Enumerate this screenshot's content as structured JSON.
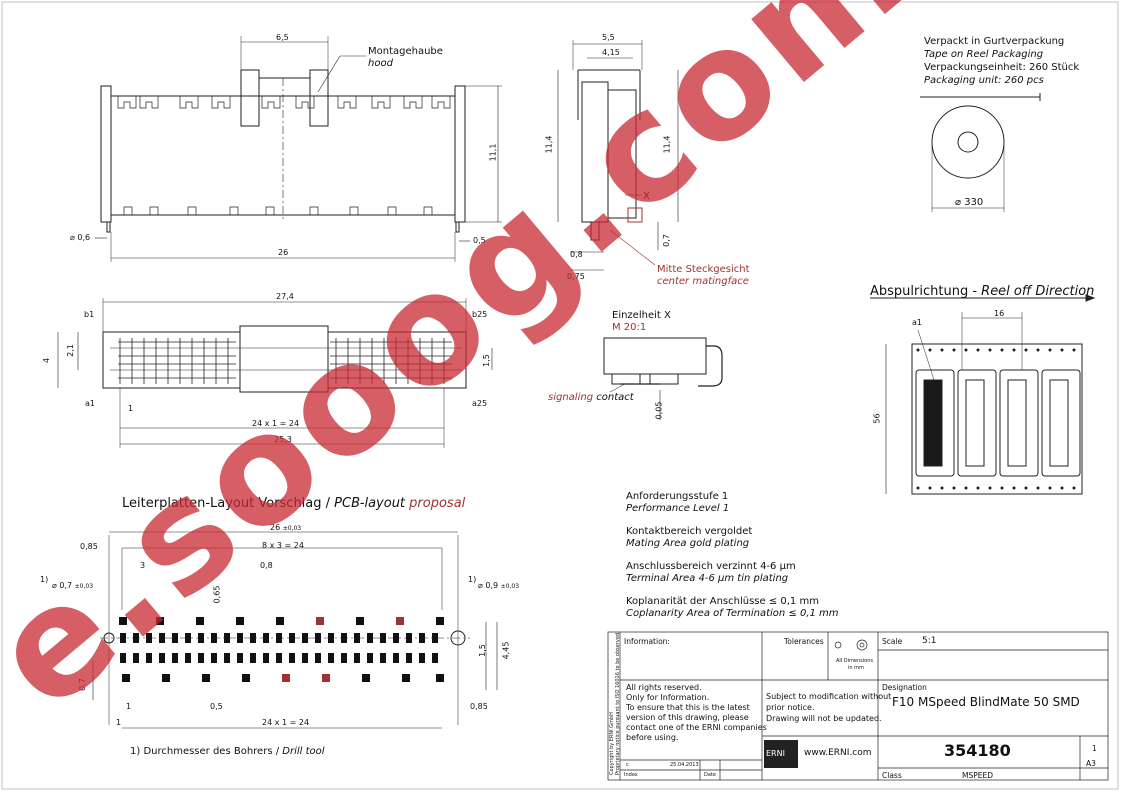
{
  "watermark": "e.sooog.com",
  "side_view": {
    "dim_hood_width": "6,5",
    "hood_label_de": "Montagehaube",
    "hood_label_en": "hood",
    "dim_height": "11,1",
    "dim_pin": "⌀ 0,6",
    "dim_len": "26",
    "dim_foot": "0,5"
  },
  "end_view": {
    "dim_55": "5,5",
    "dim_415": "4,15",
    "dim_114_left": "11,4",
    "dim_114_right": "11,4",
    "marker_x": "X",
    "dim_08": "0,8",
    "dim_07": "0,7",
    "dim_075": "0,75",
    "center_de": "Mitte Steckgesicht",
    "center_en": "center matingface"
  },
  "packaging": {
    "line1": "Verpackt in Gurtverpackung",
    "line2": "Tape on Reel Packaging",
    "line3": "Verpackungseinheit:  260 Stück",
    "line4": "Packaging unit:  260 pcs",
    "dim_reel": "⌀ 330"
  },
  "top_view": {
    "dim_len": "27,4",
    "b1": "b1",
    "b25": "b25",
    "dim_4": "4",
    "dim_21": "2,1",
    "dim_15": "1,5",
    "a1": "a1",
    "a25": "a25",
    "dim_1": "1",
    "dim_pitch": "24 x 1 = 24",
    "dim_253": "25,3"
  },
  "detail": {
    "title": "Einzelheit X",
    "scale": "M 20:1",
    "signal_de": "signaling",
    "signal_en": "contact",
    "dim_005": "0,05"
  },
  "reel_off": {
    "title_de": "Abspulrichtung -",
    "title_en": "Reel off Direction",
    "a1": "a1",
    "dim_16": "16",
    "dim_56": "56"
  },
  "pcb": {
    "title_de": "Leiterplatten-Layout Vorschlag /",
    "title_en1": "PCB-layout",
    "title_en2": "proposal",
    "dim_26": "26",
    "tol_26": "±0,03",
    "dim_085_top": "0,85",
    "dim_8x3": "8 x 3 = 24",
    "note1_left": "1)",
    "hole_left": "⌀ 0,7",
    "tol_left": "±0,03",
    "dim_3": "3",
    "dim_08": "0,8",
    "dim_065": "0,65",
    "note1_right": "1)",
    "hole_right": "⌀ 0,9",
    "tol_right": "±0,03",
    "dim_15": "1,5",
    "dim_445": "4,45",
    "dim_07": "0,7",
    "dim_1a": "1",
    "dim_1b": "1",
    "dim_05": "0,5",
    "dim_24": "24 x 1 = 24",
    "dim_085_bottom": "0,85",
    "footnote_a": "1) Durchmesser des Bohrers /",
    "footnote_b": "Drill tool"
  },
  "notes": [
    {
      "de": "Anforderungsstufe 1",
      "en": "Performance Level 1"
    },
    {
      "de": "Kontaktbereich vergoldet",
      "en": "Mating Area gold plating"
    },
    {
      "de": "Anschlussbereich verzinnt 4-6 µm",
      "en": "Terminal Area 4-6 µm tin plating"
    },
    {
      "de": "Koplanarität der Anschlüsse  ≤ 0,1 mm",
      "en": "Coplanarity Area of Termination  ≤ 0,1 mm"
    }
  ],
  "title_block": {
    "information": "Information:",
    "tolerances": "Tolerances",
    "all_dims": "All Dimensions",
    "in_mm": "in mm",
    "scale_label": "Scale",
    "scale_value": "5:1",
    "rights_1": "All rights reserved.",
    "rights_2": "Only for Information.",
    "rights_3": "To ensure that this is the latest",
    "rights_4": "version of this drawing, please",
    "rights_5": "contact one of the ERNI companies",
    "rights_6": "before using.",
    "subject_1": "Subject to modification without",
    "subject_2": "prior notice.",
    "subject_3": "Drawing will not be updated.",
    "designation_label": "Designation",
    "designation": "F10 MSpeed BlindMate 50 SMD",
    "logo": "ERNI",
    "website": "www.ERNI.com",
    "number": "354180",
    "sheet": "1",
    "size": "A3",
    "class_label": "Class",
    "class_value": "MSPEED",
    "index_label": "Index",
    "date_label": "Date",
    "rev": "c",
    "rev_date": "25.04.2013",
    "side_copyright": "Copyright by ERNI GmbH",
    "side_note": "Proprietary notice pursuant to ISO 16016 to be observed."
  }
}
